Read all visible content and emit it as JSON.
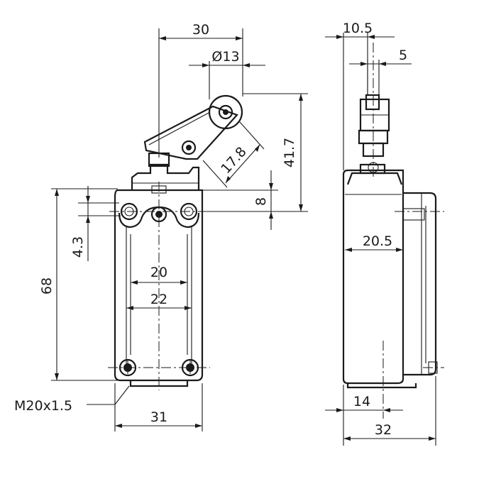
{
  "front_view": {
    "dim_width_top": "30",
    "dim_roller_diameter": "Ø13",
    "dim_roller_arm": "17.8",
    "dim_total_height_actuator": "41.7",
    "dim_mount_offset": "8",
    "dim_hole_offset": "4.3",
    "dim_body_height": "68",
    "dim_hole_pitch_inner": "20",
    "dim_hole_pitch_outer": "22",
    "dim_body_width": "31",
    "thread_label": "M20x1.5"
  },
  "side_view": {
    "dim_top_width": "10.5",
    "dim_plunger_width": "5",
    "dim_half_depth": "20.5",
    "dim_bottom_offset": "14",
    "dim_total_depth": "32"
  }
}
